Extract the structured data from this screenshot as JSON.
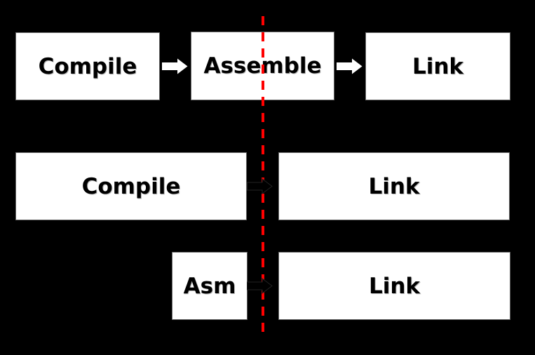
{
  "title": "compilation-pipeline-diagram",
  "boxes": {
    "top_compile": "Compile",
    "top_assemble": "Assemble",
    "top_link": "Link",
    "mid_compile": "Compile",
    "mid_link": "Link",
    "bottom_asm": "Asm",
    "bottom_link": "Link"
  },
  "colors": {
    "background": "#000000",
    "box_fill": "#ffffff",
    "box_border": "#666666",
    "text": "#000000",
    "arrow_white": "#ffffff",
    "arrow_black": "#000000",
    "dashed_divider": "#ff0000"
  }
}
